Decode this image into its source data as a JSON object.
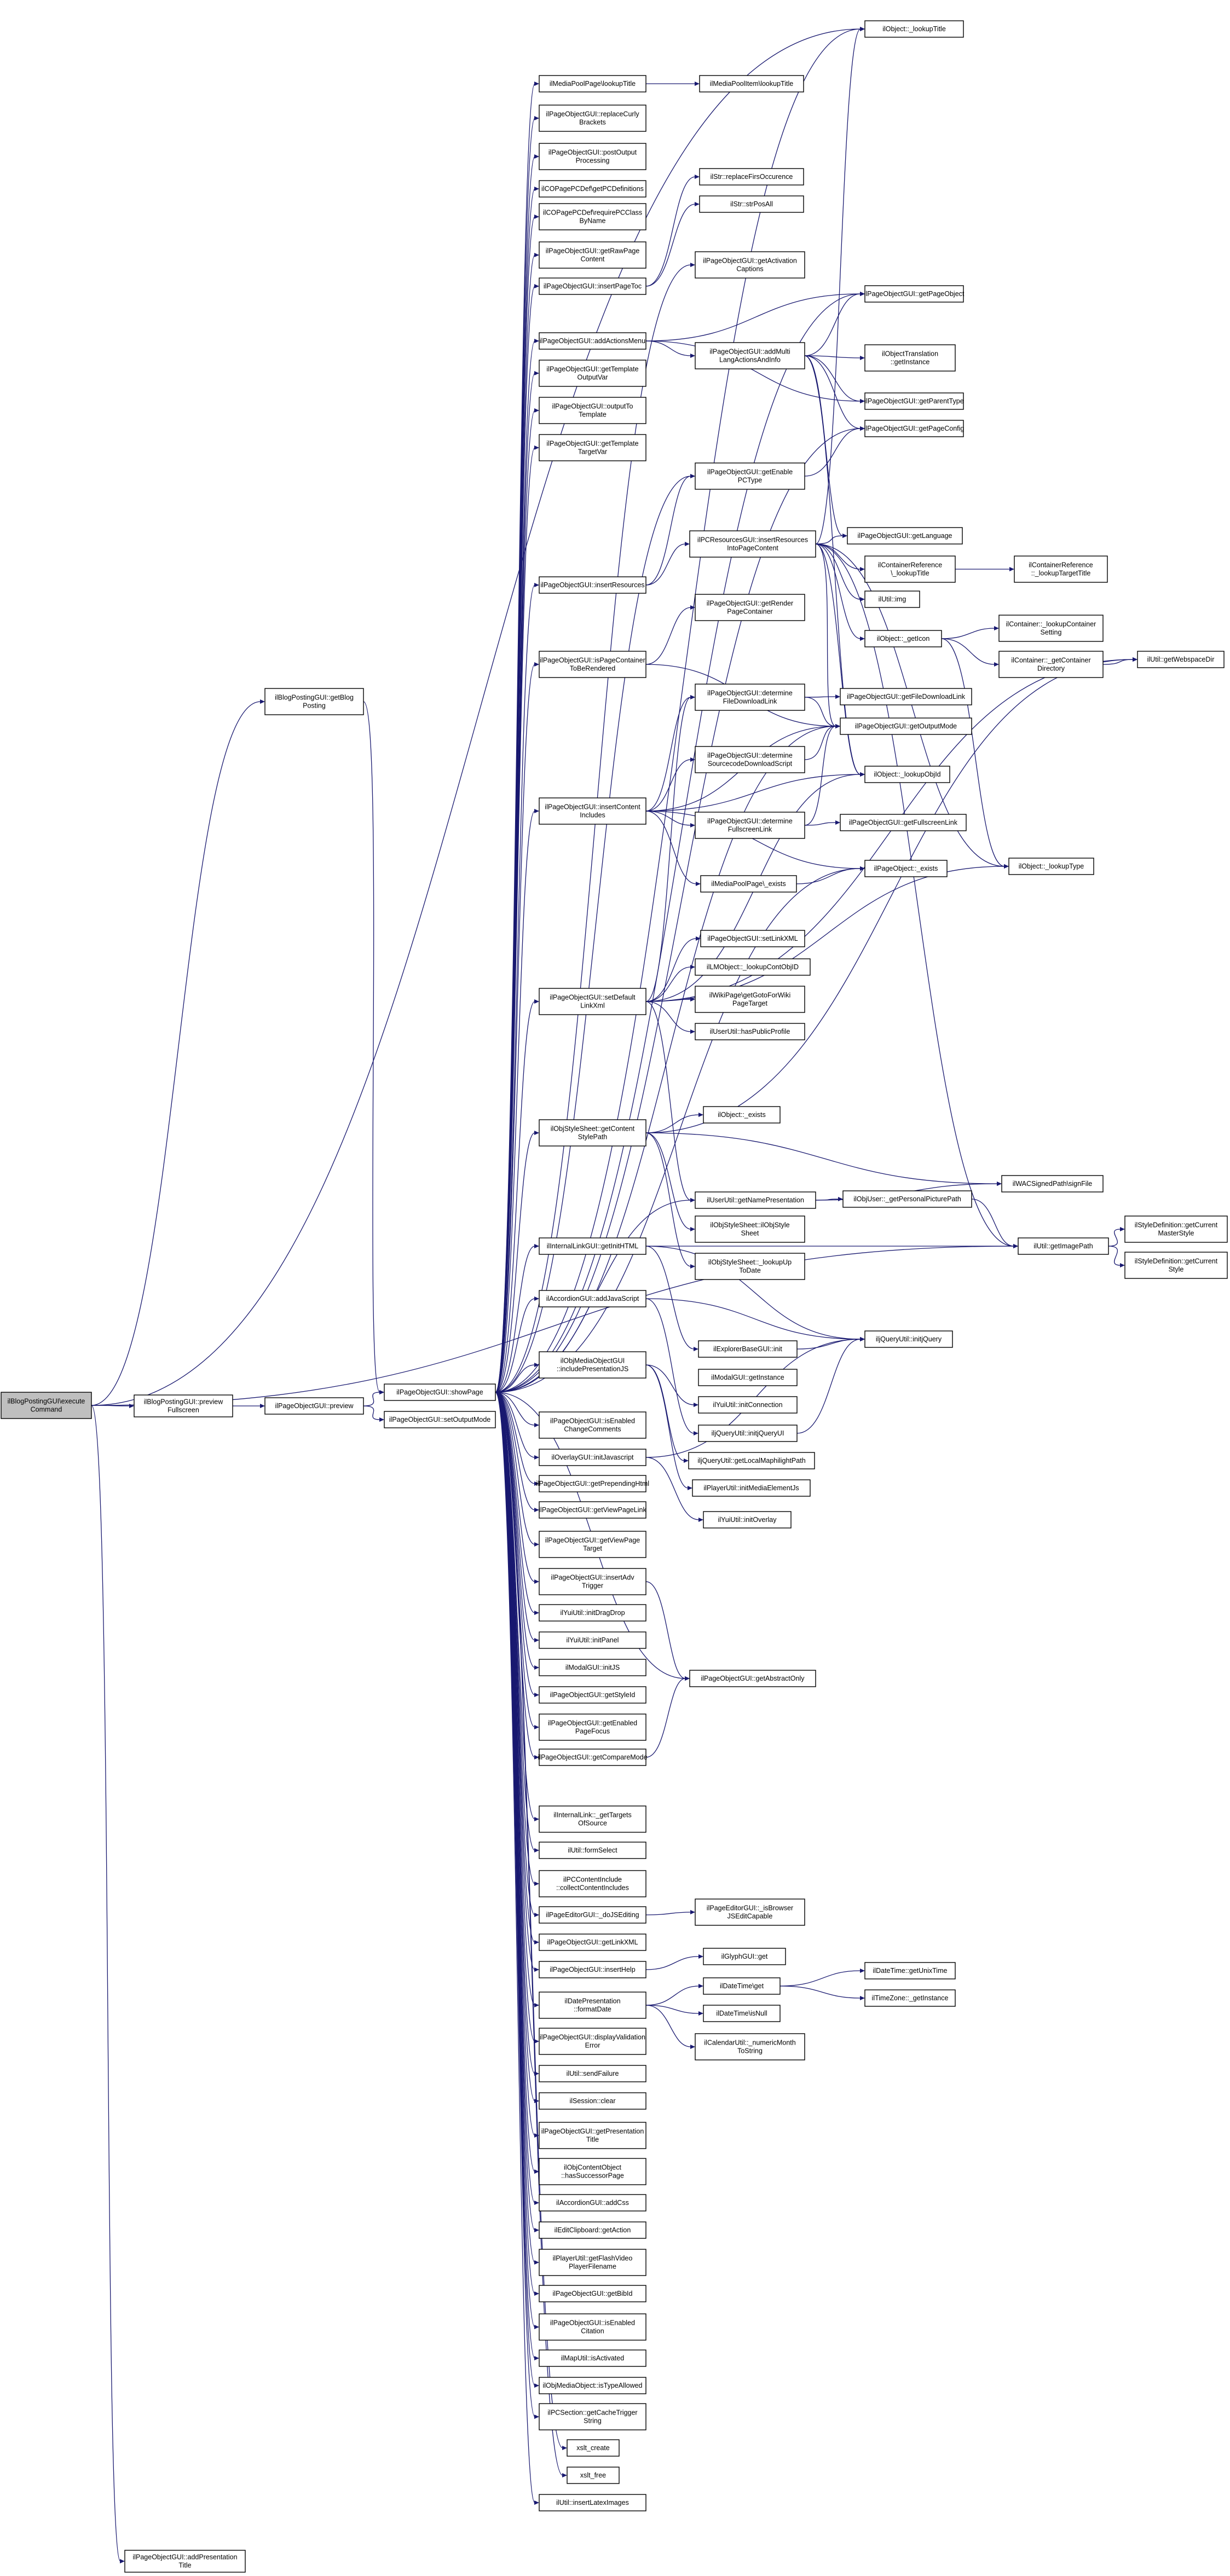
{
  "nodes": [
    {
      "id": "n0",
      "lines": [
        "ilBlogPostingGUI\\execute",
        "Command"
      ],
      "root": true
    },
    {
      "id": "n1",
      "lines": [
        "ilBlogPostingGUI::getBlog",
        "Posting"
      ]
    },
    {
      "id": "n2",
      "lines": [
        "ilBlogPostingGUI::preview",
        "Fullscreen"
      ]
    },
    {
      "id": "n3",
      "lines": [
        "ilPageObjectGUI::addPresentation",
        "Title"
      ]
    },
    {
      "id": "n4",
      "lines": [
        "ilObject::_lookupTitle"
      ]
    },
    {
      "id": "n5",
      "lines": [
        "ilPageObjectGUI::preview"
      ]
    },
    {
      "id": "n6",
      "lines": [
        "ilPageObjectGUI::showPage"
      ]
    },
    {
      "id": "n7",
      "lines": [
        "ilPageObjectGUI::setOutputMode"
      ]
    },
    {
      "id": "n8",
      "lines": [
        "ilMediaPoolPage\\lookupTitle"
      ]
    },
    {
      "id": "n9",
      "lines": [
        "ilPageObjectGUI::replaceCurly",
        "Brackets"
      ]
    },
    {
      "id": "n10",
      "lines": [
        "ilPageObjectGUI::postOutput",
        "Processing"
      ]
    },
    {
      "id": "n11",
      "lines": [
        "ilCOPagePCDef\\getPCDefinitions"
      ]
    },
    {
      "id": "n12",
      "lines": [
        "ilCOPagePCDef\\requirePCClass",
        "ByName"
      ]
    },
    {
      "id": "n13",
      "lines": [
        "ilPageObjectGUI::getRawPage",
        "Content"
      ]
    },
    {
      "id": "n14",
      "lines": [
        "ilPageObjectGUI::insertPageToc"
      ]
    },
    {
      "id": "n15",
      "lines": [
        "ilPageObjectGUI::addActionsMenu"
      ]
    },
    {
      "id": "n16",
      "lines": [
        "ilPageObjectGUI::getTemplate",
        "OutputVar"
      ]
    },
    {
      "id": "n17",
      "lines": [
        "ilPageObjectGUI::outputTo",
        "Template"
      ]
    },
    {
      "id": "n18",
      "lines": [
        "ilPageObjectGUI::getTemplate",
        "TargetVar"
      ]
    },
    {
      "id": "n19",
      "lines": [
        "ilPageObjectGUI::insertResources"
      ]
    },
    {
      "id": "n20",
      "lines": [
        "ilPageObjectGUI::isPageContainer",
        "ToBeRendered"
      ]
    },
    {
      "id": "n21",
      "lines": [
        "ilPageObjectGUI::insertContent",
        "Includes"
      ]
    },
    {
      "id": "n22",
      "lines": [
        "ilPageObjectGUI::setDefault",
        "LinkXml"
      ]
    },
    {
      "id": "n23",
      "lines": [
        "ilObjStyleSheet::getContent",
        "StylePath"
      ]
    },
    {
      "id": "n24",
      "lines": [
        "ilInternalLinkGUI::getInitHTML"
      ]
    },
    {
      "id": "n25",
      "lines": [
        "ilAccordionGUI::addJavaScript"
      ]
    },
    {
      "id": "n26",
      "lines": [
        "ilObjMediaObjectGUI",
        "::includePresentationJS"
      ]
    },
    {
      "id": "n27",
      "lines": [
        "ilPageObjectGUI::isEnabled",
        "ChangeComments"
      ]
    },
    {
      "id": "n28",
      "lines": [
        "ilOverlayGUI::initJavascript"
      ]
    },
    {
      "id": "n29",
      "lines": [
        "ilPageObjectGUI::getPrependingHtml"
      ]
    },
    {
      "id": "n30",
      "lines": [
        "ilPageObjectGUI::getViewPageLink"
      ]
    },
    {
      "id": "n31",
      "lines": [
        "ilPageObjectGUI::getViewPage",
        "Target"
      ]
    },
    {
      "id": "n32",
      "lines": [
        "ilPageObjectGUI::insertAdv",
        "Trigger"
      ]
    },
    {
      "id": "n33",
      "lines": [
        "ilYuiUtil::initDragDrop"
      ]
    },
    {
      "id": "n34",
      "lines": [
        "ilYuiUtil::initPanel"
      ]
    },
    {
      "id": "n35",
      "lines": [
        "ilModalGUI::initJS"
      ]
    },
    {
      "id": "n36",
      "lines": [
        "ilPageObjectGUI::getStyleId"
      ]
    },
    {
      "id": "n37",
      "lines": [
        "ilPageObjectGUI::getEnabled",
        "PageFocus"
      ]
    },
    {
      "id": "n38",
      "lines": [
        "ilPageObjectGUI::getCompareMode"
      ]
    },
    {
      "id": "n39",
      "lines": [
        "ilInternalLink::_getTargets",
        "OfSource"
      ]
    },
    {
      "id": "n40",
      "lines": [
        "ilUtil::formSelect"
      ]
    },
    {
      "id": "n41",
      "lines": [
        "ilPCContentInclude",
        "::collectContentIncludes"
      ]
    },
    {
      "id": "n42",
      "lines": [
        "ilPageEditorGUI::_doJSEditing"
      ]
    },
    {
      "id": "n43",
      "lines": [
        "ilPageObjectGUI::getLinkXML"
      ]
    },
    {
      "id": "n44",
      "lines": [
        "ilPageObjectGUI::insertHelp"
      ]
    },
    {
      "id": "n45",
      "lines": [
        "ilDatePresentation",
        "::formatDate"
      ]
    },
    {
      "id": "n46",
      "lines": [
        "ilPageObjectGUI::displayValidation",
        "Error"
      ]
    },
    {
      "id": "n47",
      "lines": [
        "ilUtil::sendFailure"
      ]
    },
    {
      "id": "n48",
      "lines": [
        "ilSession::clear"
      ]
    },
    {
      "id": "n49",
      "lines": [
        "ilPageObjectGUI::getPresentation",
        "Title"
      ]
    },
    {
      "id": "n50",
      "lines": [
        "ilObjContentObject",
        "::hasSuccessorPage"
      ]
    },
    {
      "id": "n51",
      "lines": [
        "ilAccordionGUI::addCss"
      ]
    },
    {
      "id": "n52",
      "lines": [
        "ilEditClipboard::getAction"
      ]
    },
    {
      "id": "n53",
      "lines": [
        "ilPlayerUtil::getFlashVideo",
        "PlayerFilename"
      ]
    },
    {
      "id": "n54",
      "lines": [
        "ilPageObjectGUI::getBibId"
      ]
    },
    {
      "id": "n55",
      "lines": [
        "ilPageObjectGUI::isEnabled",
        "Citation"
      ]
    },
    {
      "id": "n56",
      "lines": [
        "ilMapUtil::isActivated"
      ]
    },
    {
      "id": "n57",
      "lines": [
        "ilObjMediaObject::isTypeAllowed"
      ]
    },
    {
      "id": "n58",
      "lines": [
        "ilPCSection::getCacheTrigger",
        "String"
      ]
    },
    {
      "id": "n59",
      "lines": [
        "xslt_create"
      ]
    },
    {
      "id": "n60",
      "lines": [
        "xslt_free"
      ]
    },
    {
      "id": "n61",
      "lines": [
        "ilUtil::insertLatexImages"
      ]
    },
    {
      "id": "n62",
      "lines": [
        "ilMediaPoolItem\\lookupTitle"
      ]
    },
    {
      "id": "n63",
      "lines": [
        "ilStr::replaceFirsOccurence"
      ]
    },
    {
      "id": "n64",
      "lines": [
        "ilStr::strPosAll"
      ]
    },
    {
      "id": "n65",
      "lines": [
        "ilPageObjectGUI::getActivation",
        "Captions"
      ]
    },
    {
      "id": "n66",
      "lines": [
        "ilPageObjectGUI::addMulti",
        "LangActionsAndInfo"
      ]
    },
    {
      "id": "n67",
      "lines": [
        "ilPageObjectGUI::getEnable",
        "PCType"
      ]
    },
    {
      "id": "n68",
      "lines": [
        "ilPCResourcesGUI::insertResources",
        "IntoPageContent"
      ]
    },
    {
      "id": "n69",
      "lines": [
        "ilPageObjectGUI::getRender",
        "PageContainer"
      ]
    },
    {
      "id": "n70",
      "lines": [
        "ilPageObjectGUI::determine",
        "FileDownloadLink"
      ]
    },
    {
      "id": "n71",
      "lines": [
        "ilPageObjectGUI::determine",
        "SourcecodeDownloadScript"
      ]
    },
    {
      "id": "n72",
      "lines": [
        "ilPageObjectGUI::determine",
        "FullscreenLink"
      ]
    },
    {
      "id": "n73",
      "lines": [
        "ilMediaPoolPage\\_exists"
      ]
    },
    {
      "id": "n74",
      "lines": [
        "ilPageObjectGUI::setLinkXML"
      ]
    },
    {
      "id": "n75",
      "lines": [
        "ilLMObject::_lookupContObjID"
      ]
    },
    {
      "id": "n76",
      "lines": [
        "ilWikiPage\\getGotoForWiki",
        "PageTarget"
      ]
    },
    {
      "id": "n77",
      "lines": [
        "ilUserUtil::hasPublicProfile"
      ]
    },
    {
      "id": "n78",
      "lines": [
        "ilObject::_exists"
      ]
    },
    {
      "id": "n79",
      "lines": [
        "ilUserUtil::getNamePresentation"
      ]
    },
    {
      "id": "n80",
      "lines": [
        "ilObjStyleSheet::ilObjStyle",
        "Sheet"
      ]
    },
    {
      "id": "n81",
      "lines": [
        "ilObjStyleSheet::_lookupUp",
        "ToDate"
      ]
    },
    {
      "id": "n82",
      "lines": [
        "ilExplorerBaseGUI::init"
      ]
    },
    {
      "id": "n83",
      "lines": [
        "ilModalGUI::getInstance"
      ]
    },
    {
      "id": "n84",
      "lines": [
        "ilYuiUtil::initConnection"
      ]
    },
    {
      "id": "n85",
      "lines": [
        "iljQueryUtil::initjQueryUI"
      ]
    },
    {
      "id": "n86",
      "lines": [
        "iljQueryUtil::getLocalMaphilightPath"
      ]
    },
    {
      "id": "n87",
      "lines": [
        "ilPlayerUtil::initMediaElementJs"
      ]
    },
    {
      "id": "n88",
      "lines": [
        "ilYuiUtil::initOverlay"
      ]
    },
    {
      "id": "n89",
      "lines": [
        "ilPageObjectGUI::getAbstractOnly"
      ]
    },
    {
      "id": "n90",
      "lines": [
        "ilPageEditorGUI::_isBrowser",
        "JSEditCapable"
      ]
    },
    {
      "id": "n91",
      "lines": [
        "ilGlyphGUI::get"
      ]
    },
    {
      "id": "n92",
      "lines": [
        "ilDateTime\\get"
      ]
    },
    {
      "id": "n93",
      "lines": [
        "ilDateTime\\isNull"
      ]
    },
    {
      "id": "n94",
      "lines": [
        "ilCalendarUtil::_numericMonth",
        "ToString"
      ]
    },
    {
      "id": "n95",
      "lines": [
        "ilPageObjectGUI::getPageObject"
      ]
    },
    {
      "id": "n96",
      "lines": [
        "ilObjectTranslation",
        "::getInstance"
      ]
    },
    {
      "id": "n97",
      "lines": [
        "ilPageObjectGUI::getParentType"
      ]
    },
    {
      "id": "n98",
      "lines": [
        "ilPageObjectGUI::getPageConfig"
      ]
    },
    {
      "id": "n99",
      "lines": [
        "ilPageObjectGUI::getLanguage"
      ]
    },
    {
      "id": "n100",
      "lines": [
        "ilContainerReference",
        "\\_lookupTitle"
      ]
    },
    {
      "id": "n101",
      "lines": [
        "ilUtil::img"
      ]
    },
    {
      "id": "n102",
      "lines": [
        "ilObject::_getIcon"
      ]
    },
    {
      "id": "n103",
      "lines": [
        "ilPageObjectGUI::getFileDownloadLink"
      ]
    },
    {
      "id": "n104",
      "lines": [
        "ilPageObjectGUI::getOutputMode"
      ]
    },
    {
      "id": "n105",
      "lines": [
        "ilObject::_lookupObjId"
      ]
    },
    {
      "id": "n106",
      "lines": [
        "ilPageObjectGUI::getFullscreenLink"
      ]
    },
    {
      "id": "n107",
      "lines": [
        "ilPageObject::_exists"
      ]
    },
    {
      "id": "n108",
      "lines": [
        "ilWACSignedPath\\signFile"
      ]
    },
    {
      "id": "n109",
      "lines": [
        "ilObjUser::_getPersonalPicturePath"
      ]
    },
    {
      "id": "n110",
      "lines": [
        "iljQueryUtil::initjQuery"
      ]
    },
    {
      "id": "n111",
      "lines": [
        "ilDateTime::getUnixTime"
      ]
    },
    {
      "id": "n112",
      "lines": [
        "ilTimeZone::_getInstance"
      ]
    },
    {
      "id": "n113",
      "lines": [
        "ilContainerReference",
        "::_lookupTargetTitle"
      ]
    },
    {
      "id": "n114",
      "lines": [
        "ilContainer::_lookupContainer",
        "Setting"
      ]
    },
    {
      "id": "n115",
      "lines": [
        "ilContainer::_getContainer",
        "Directory"
      ]
    },
    {
      "id": "n116",
      "lines": [
        "ilObject::_lookupType"
      ]
    },
    {
      "id": "n117",
      "lines": [
        "ilUtil::getImagePath"
      ]
    },
    {
      "id": "n118",
      "lines": [
        "ilUtil::getWebspaceDir"
      ]
    },
    {
      "id": "n119",
      "lines": [
        "ilStyleDefinition::getCurrent",
        "MasterStyle"
      ]
    },
    {
      "id": "n120",
      "lines": [
        "ilStyleDefinition::getCurrent",
        "Style"
      ]
    }
  ]
}
